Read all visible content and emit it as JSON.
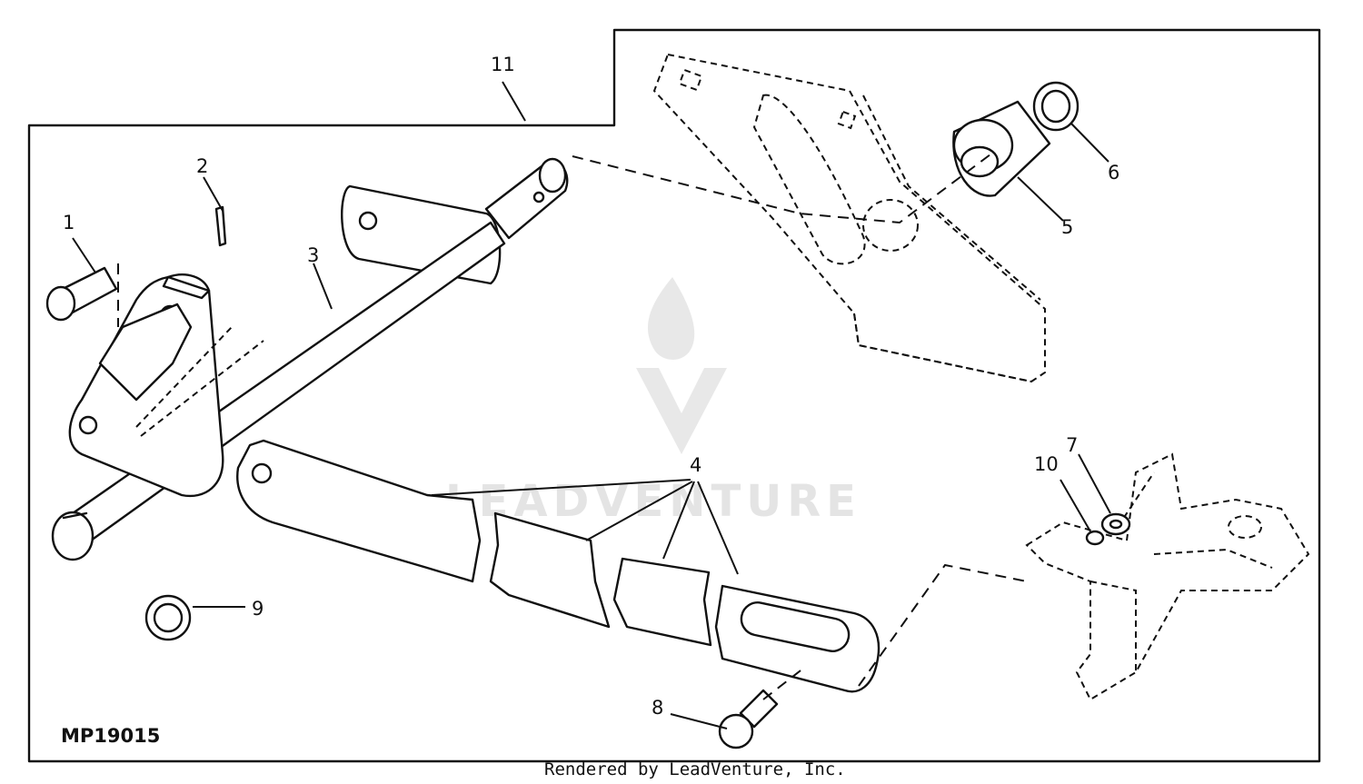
{
  "figure_id": "MP19015",
  "footer_credit": "Rendered by LeadVenture, Inc.",
  "watermark": "LEADVENTURE",
  "callouts": {
    "c1": "1",
    "c2": "2",
    "c3": "3",
    "c4": "4",
    "c5": "5",
    "c6": "6",
    "c7": "7",
    "c8": "8",
    "c9": "9",
    "c10": "10",
    "c11": "11"
  }
}
